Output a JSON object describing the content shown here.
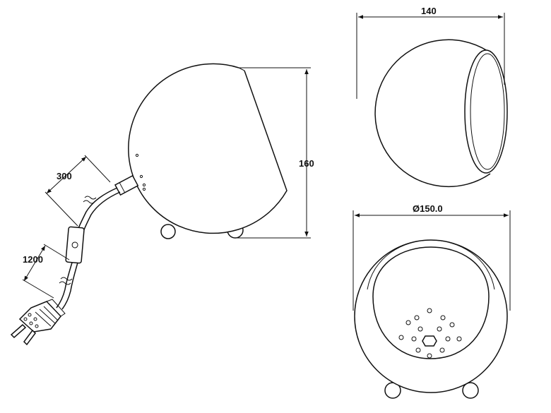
{
  "dimensions": {
    "cable_length": "300",
    "cord_length": "1200",
    "height": "160",
    "width": "140",
    "diameter": "Ø150.0"
  }
}
